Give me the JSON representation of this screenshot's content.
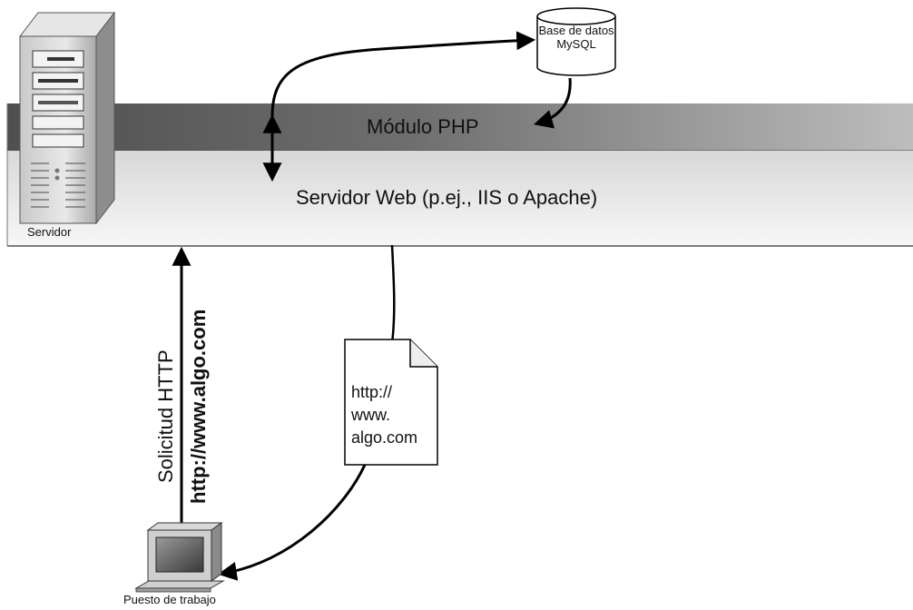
{
  "server": {
    "label": "Servidor",
    "icon": "server-tower-icon"
  },
  "bands": {
    "php_module": "Módulo PHP",
    "web_server": "Servidor Web (p.ej., IIS o Apache)"
  },
  "database": {
    "label": "Base de datos MySQL",
    "icon": "database-cylinder-icon"
  },
  "request": {
    "label": "Solicitud HTTP",
    "url": "http://www.algo.com"
  },
  "document": {
    "text": "http:// www. algo.com",
    "icon": "document-page-icon"
  },
  "workstation": {
    "label": "Puesto de trabajo",
    "icon": "computer-monitor-icon"
  },
  "colors": {
    "php_band_dark": "#5e5e5e",
    "php_band_light": "#b4b4b4",
    "web_band_top": "#dcdcdc",
    "web_band_bottom": "#f6f6f6",
    "line": "#000000"
  }
}
